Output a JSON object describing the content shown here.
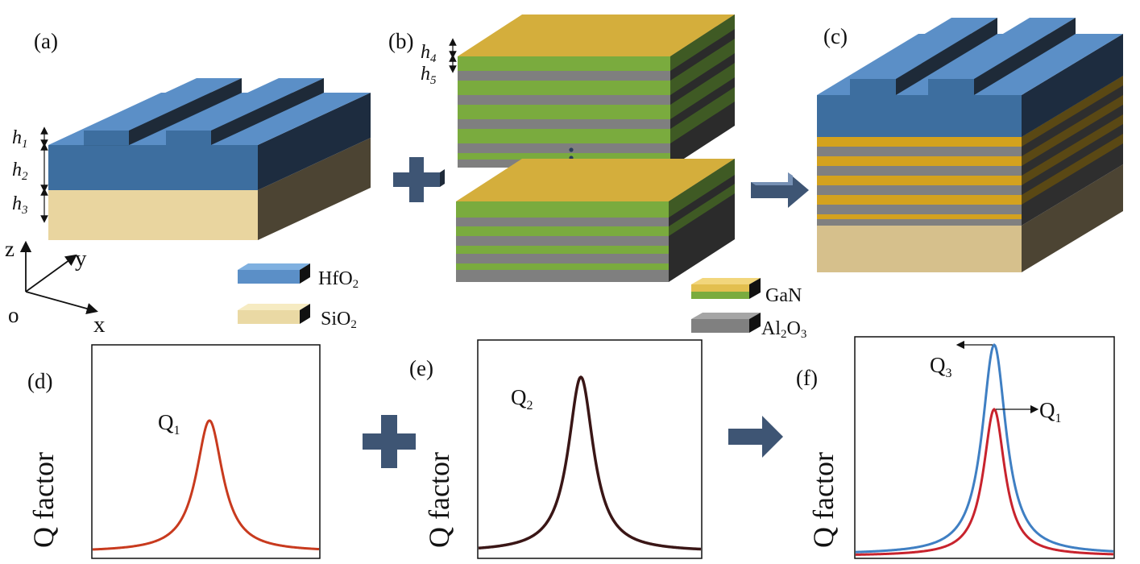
{
  "panels": {
    "a": "(a)",
    "b": "(b)",
    "c": "(c)",
    "d": "(d)",
    "e": "(e)",
    "f": "(f)"
  },
  "dims": {
    "h1": {
      "base": "h",
      "sub": "1"
    },
    "h2": {
      "base": "h",
      "sub": "2"
    },
    "h3": {
      "base": "h",
      "sub": "3"
    },
    "h4": {
      "base": "h",
      "sub": "4"
    },
    "h5": {
      "base": "h",
      "sub": "5"
    }
  },
  "axes": {
    "z": "z",
    "y": "y",
    "o": "o",
    "x": "x"
  },
  "legend": {
    "hfo2": {
      "main": "HfO",
      "sub": "2"
    },
    "sio2": {
      "main": "SiO",
      "sub": "2"
    },
    "gan": "GaN",
    "al2o3": {
      "a": "Al",
      "s1": "2",
      "b": "O",
      "s2": "3"
    }
  },
  "plots": {
    "ylabel": "Q factor",
    "q1": {
      "main": "Q",
      "sub": "1"
    },
    "q2": {
      "main": "Q",
      "sub": "2"
    },
    "q3": {
      "main": "Q",
      "sub": "3"
    }
  },
  "colors": {
    "hfo2": "#5b8fc7",
    "sio2": "#e6d39c",
    "gan": "#d4ae3c",
    "green": "#7aab3e",
    "al2o3": "#7f7f7f",
    "red_curve": "#c83a1e",
    "dark_curve": "#3a1616",
    "blue_curve": "#3f7fc3",
    "red_curve_f": "#c8232d",
    "arrow": "#3e5574"
  }
}
